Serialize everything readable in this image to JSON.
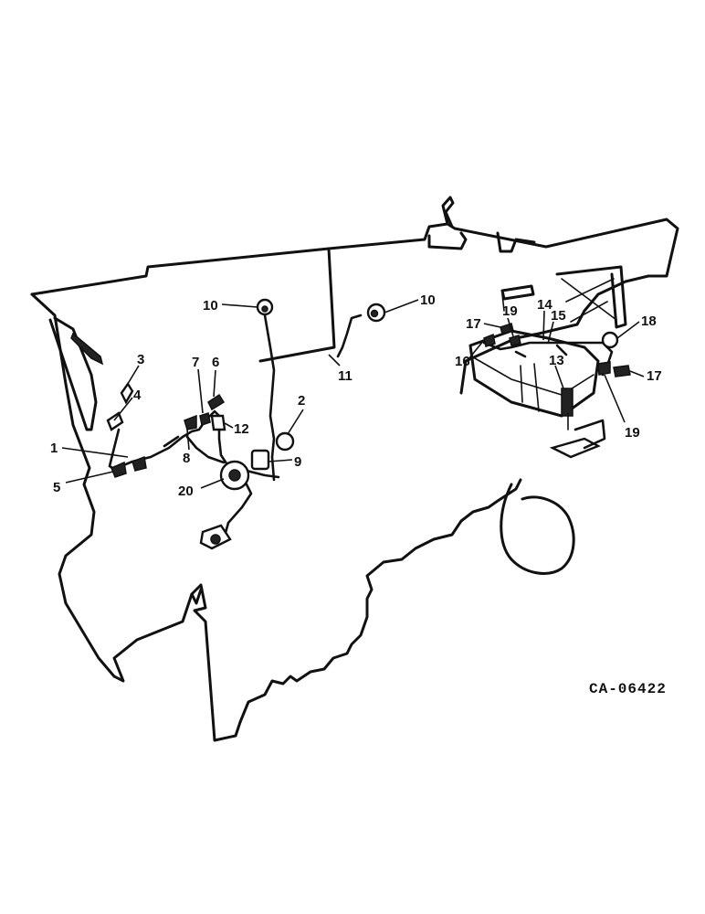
{
  "figure": {
    "reference_code": "CA-06422",
    "callouts": [
      {
        "id": "c1",
        "label": "1"
      },
      {
        "id": "c2",
        "label": "2"
      },
      {
        "id": "c3",
        "label": "3"
      },
      {
        "id": "c4",
        "label": "4"
      },
      {
        "id": "c5",
        "label": "5"
      },
      {
        "id": "c6",
        "label": "6"
      },
      {
        "id": "c7",
        "label": "7"
      },
      {
        "id": "c8",
        "label": "8"
      },
      {
        "id": "c9",
        "label": "9"
      },
      {
        "id": "c10a",
        "label": "10"
      },
      {
        "id": "c10b",
        "label": "10"
      },
      {
        "id": "c11",
        "label": "11"
      },
      {
        "id": "c12",
        "label": "12"
      },
      {
        "id": "c13",
        "label": "13"
      },
      {
        "id": "c14",
        "label": "14"
      },
      {
        "id": "c15",
        "label": "15"
      },
      {
        "id": "c16",
        "label": "16"
      },
      {
        "id": "c17a",
        "label": "17"
      },
      {
        "id": "c17b",
        "label": "17"
      },
      {
        "id": "c18",
        "label": "18"
      },
      {
        "id": "c19a",
        "label": "19"
      },
      {
        "id": "c19b",
        "label": "19"
      },
      {
        "id": "c20",
        "label": "20"
      }
    ]
  }
}
